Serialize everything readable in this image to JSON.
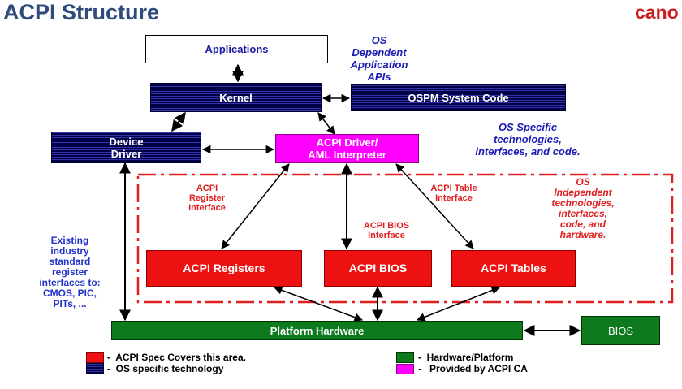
{
  "title": "ACPI Structure",
  "logo_text": "cano",
  "boxes": {
    "applications": "Applications",
    "kernel": "Kernel",
    "ospm": "OSPM System Code",
    "device_driver": [
      "Device",
      "Driver"
    ],
    "acpi_driver": [
      "ACPI Driver/",
      "AML Interpreter"
    ],
    "acpi_registers": "ACPI Registers",
    "acpi_bios": "ACPI BIOS",
    "acpi_tables": "ACPI Tables",
    "platform_hardware": "Platform Hardware",
    "bios": "BIOS"
  },
  "notes": {
    "os_dependent": [
      "OS",
      "Dependent",
      "Application",
      "APIs"
    ],
    "os_specific": [
      "OS Specific",
      "technologies,",
      "interfaces, and code."
    ],
    "os_independent": [
      "OS",
      "Independent",
      "technologies,",
      "interfaces,",
      "code, and",
      "hardware."
    ],
    "register_interface": [
      "ACPI",
      "Register",
      "Interface"
    ],
    "bios_interface": [
      "ACPI  BIOS",
      "Interface"
    ],
    "table_interface": [
      "ACPI Table",
      "Interface"
    ],
    "existing": [
      "Existing",
      "industry",
      "standard",
      "register",
      "interfaces to:",
      "CMOS, PIC,",
      "PITs, ..."
    ]
  },
  "legend": {
    "red": "-  ACPI Spec Covers this area.",
    "navy": "-  OS specific technology",
    "green": "-  Hardware/Platform",
    "pink": "-   Provided by ACPI CA"
  },
  "colors": {
    "title": "#2f4a7d",
    "os_box": "#000046",
    "acpi_spec": "#ee1111",
    "acpi_ca": "#ff00ff",
    "hardware": "#0d7a1e",
    "dashed_boundary": "#e02020"
  }
}
